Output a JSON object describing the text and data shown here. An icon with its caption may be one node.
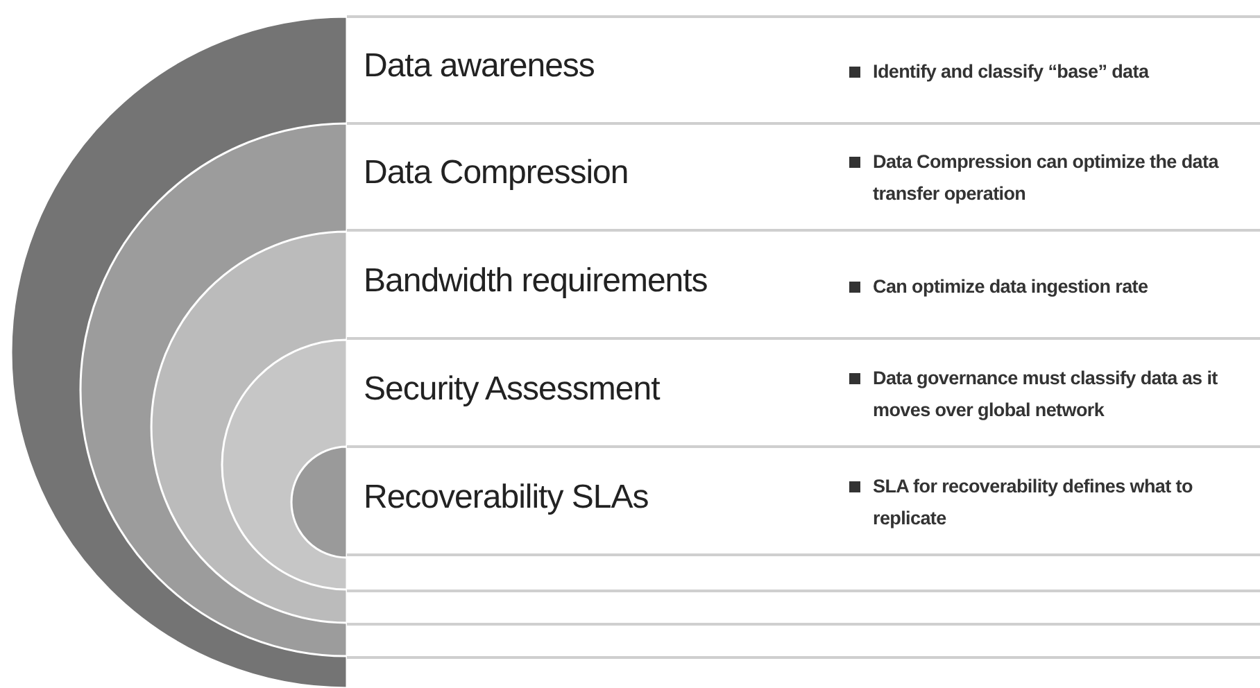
{
  "diagram": {
    "nodes": [
      {
        "text": [
          "Data awareness",
          "Identify and classify “base” data"
        ]
      },
      {
        "text": [
          "Data Compression",
          "Data Compression can optimize the data transfer operation"
        ]
      },
      {
        "text": [
          "Bandwidth requirements",
          "Can optimize data ingestion rate"
        ]
      },
      {
        "text": [
          "Security Assessment",
          "Data governance must classify data as it moves over global network"
        ]
      },
      {
        "text": [
          "Recoverability SLAs",
          "SLA for recoverability defines what to replicate"
        ]
      }
    ]
  }
}
